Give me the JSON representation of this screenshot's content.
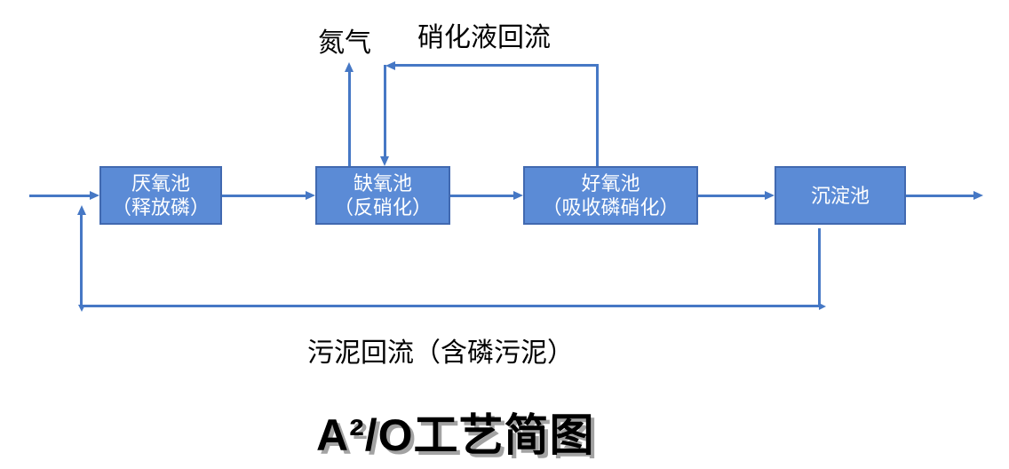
{
  "diagram": {
    "title": "A²/O工艺简图",
    "labels": {
      "nitrogen_gas": "氮气",
      "nitrified_liquid_recycle": "硝化液回流",
      "sludge_return": "污泥回流（含磷污泥）"
    },
    "boxes": [
      {
        "name": "anaerobic-tank",
        "line1": "厌氧池",
        "line2": "（释放磷）"
      },
      {
        "name": "anoxic-tank",
        "line1": "缺氧池",
        "line2": "（反硝化）"
      },
      {
        "name": "aerobic-tank",
        "line1": "好氧池",
        "line2": "（吸收磷硝化）"
      },
      {
        "name": "settling-tank",
        "line1": "沉淀池",
        "line2": ""
      }
    ],
    "colors": {
      "box_fill": "#5b8bd6",
      "box_border": "#4169b0",
      "line": "#4678c5",
      "box_text": "#ffffff",
      "label_text": "#000000",
      "title_text": "#000000",
      "title_shadow": "#a3a3a3"
    }
  }
}
